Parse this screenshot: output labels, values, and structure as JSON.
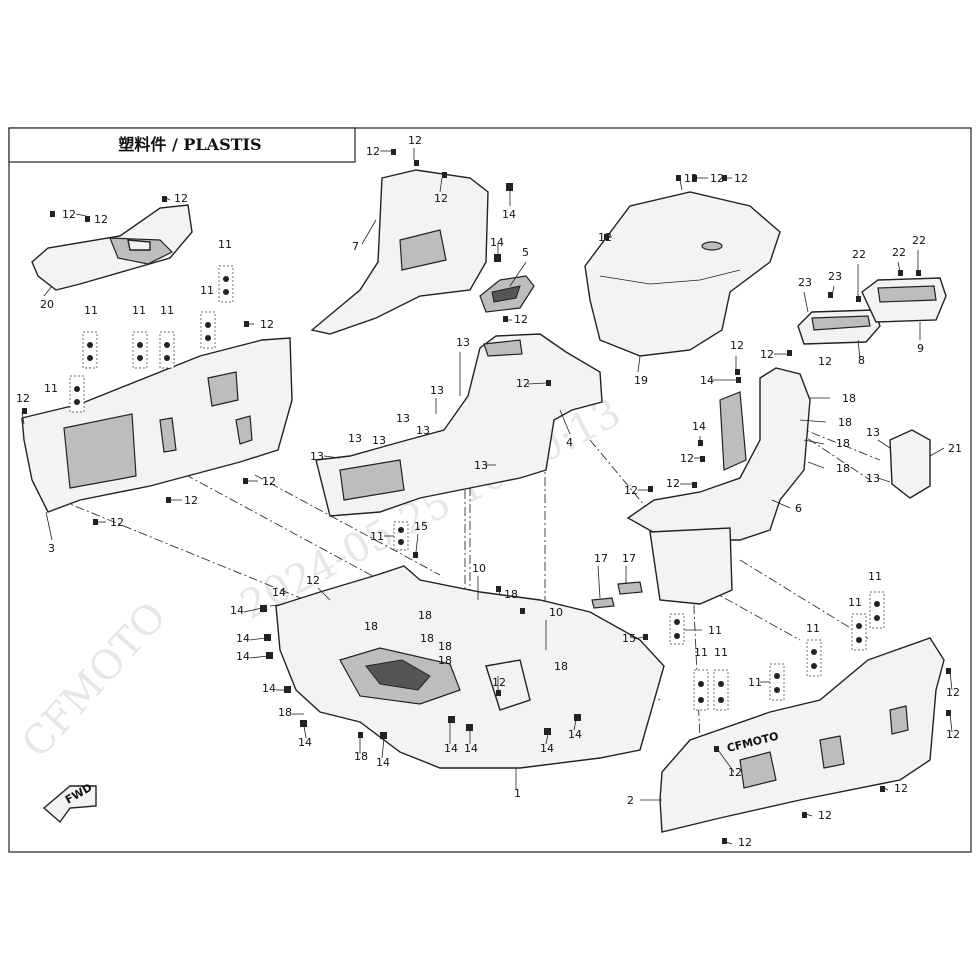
{
  "title": {
    "text": "塑料件 /  PLASTIS"
  },
  "watermarks": {
    "brand": "CFMOTO",
    "stamp": "2024-05-25 10:20:13"
  },
  "logo": {
    "text": "CFMOTO"
  },
  "fwd": {
    "text": "FWD"
  },
  "callouts": [
    "1",
    "2",
    "3",
    "4",
    "5",
    "6",
    "7",
    "8",
    "9",
    "10",
    "11",
    "12",
    "13",
    "14",
    "15",
    "17",
    "18",
    "19",
    "20",
    "21",
    "22",
    "23"
  ]
}
